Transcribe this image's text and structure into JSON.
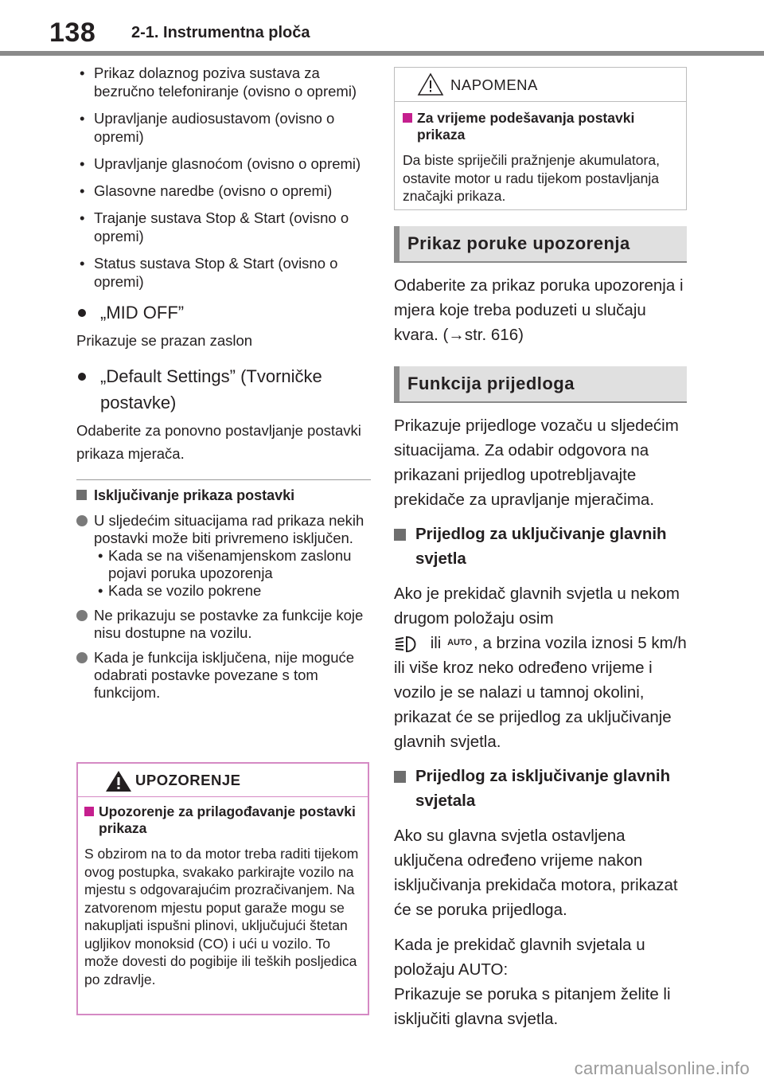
{
  "header": {
    "page_number": "138",
    "section": "2-1. Instrumentna ploča"
  },
  "left": {
    "bullets": [
      "Prikaz dolaznog poziva sustava za bezručno telefoniranje (ovisno o opremi)",
      "Upravljanje audiosustavom (ovisno o opremi)",
      "Upravljanje glasnoćom (ovisno o opremi)",
      "Glasovne naredbe (ovisno o opremi)",
      "Trajanje sustava Stop & Start (ovisno o opremi)",
      "Status sustava Stop & Start (ovisno o opremi)"
    ],
    "mid_off_heading": "„MID OFF”",
    "mid_off_text": "Prikazuje se prazan zaslon",
    "default_heading": "„Default Settings” (Tvorničke postavke)",
    "default_text": "Odaberite za ponovno postavljanje postavki prikaza mjerača.",
    "off_heading": "Isključivanje prikaza postavki",
    "circ1_text": "U sljedećim situacijama rad prikaza nekih postavki može biti privremeno isključen.",
    "circ1_sub1": "Kada se na višenamjenskom zaslonu pojavi poruka upozorenja",
    "circ1_sub2": "Kada se vozilo pokrene",
    "circ2_text": "Ne prikazuju se postavke za funkcije koje nisu dostupne na vozilu.",
    "circ3_text": "Kada je funkcija isključena, nije moguće odabrati postavke povezane s tom funkcijom."
  },
  "warning": {
    "title": "UPOZORENJE",
    "heading": "Upozorenje za prilagođavanje postavki prikaza",
    "text": "S obzirom na to da motor treba raditi tijekom ovog postupka, svakako parkirajte vozilo na mjestu s odgovarajućim prozračivanjem. Na zatvorenom mjestu poput garaže mogu se nakupljati ispušni plinovi, uključujući štetan ugljikov monoksid (CO) i ući u vozilo. To može dovesti do pogibije ili teških posljedica po zdravlje."
  },
  "note": {
    "title": "NAPOMENA",
    "heading": "Za vrijeme podešavanja postavki prikaza",
    "text": "Da biste spriječili pražnjenje akumulatora, ostavite motor u radu tijekom postavljanja značajki prikaza."
  },
  "right": {
    "h1": "Prikaz poruke upozorenja",
    "p1_pre": "Odaberite za prikaz poruka upozorenja i mjera koje treba poduzeti u slučaju kvara. (",
    "p1_arrow": "→",
    "p1_ref": "str. 616)",
    "h2": "Funkcija prijedloga",
    "p2": "Prikazuje prijedloge vozaču u sljedećim situacijama. Za odabir odgovora na prikazani prijedlog upotrebljavajte prekidače za upravljanje mjeračima.",
    "sub1": "Prijedlog za uključivanje glavnih svjetla",
    "p3_pre": "Ako je prekidač glavnih svjetla u nekom drugom položaju osim",
    "p3_ili": "ili",
    "p3_auto": "AUTO",
    "p3_post": ", a brzina vozila iznosi 5 km/h ili više kroz neko određeno vrijeme i vozilo je se nalazi u tamnoj okolini, prikazat će se prijedlog za uključivanje glavnih svjetla.",
    "sub2": "Prijedlog za isključivanje glavnih svjetala",
    "p4": "Ako su glavna svjetla ostavljena uključena određeno vrijeme nakon isključivanja prekidača motora, prikazat će se poruka prijedloga.",
    "p5a": "Kada je prekidač glavnih svjetala u položaju AUTO:",
    "p5b": "Prikazuje se poruka s pitanjem želite li isključiti glavna svjetla."
  },
  "watermark": "carmanualsonline.info"
}
